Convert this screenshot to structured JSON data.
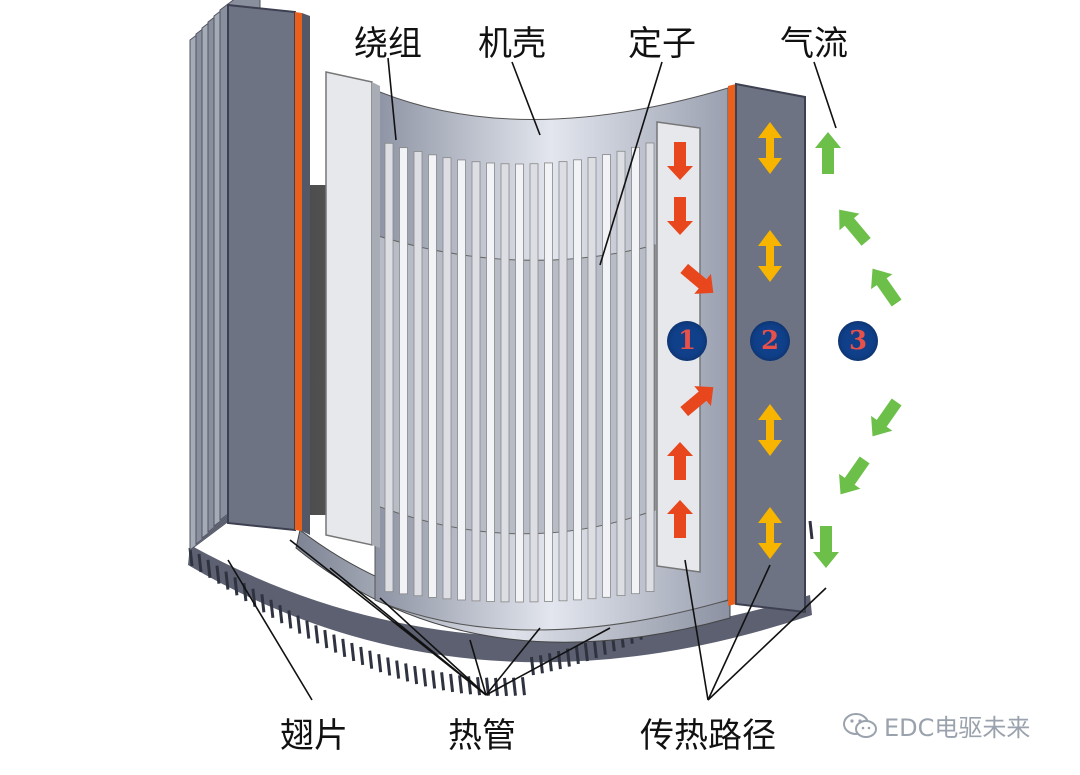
{
  "labels": {
    "winding": "绕组",
    "housing": "机壳",
    "stator": "定子",
    "airflow": "气流",
    "fins": "翅片",
    "heat_pipes": "热管",
    "heat_path": "传热路径"
  },
  "markers": [
    "1",
    "2",
    "3"
  ],
  "watermark": "EDC电驱未来",
  "colors": {
    "housing_fill": "#6e7384",
    "housing_edge": "#3c4050",
    "orange_strip": "#e8601c",
    "red_arrow": "#e8461c",
    "yellow_arrow": "#f7b500",
    "green_arrow": "#6cc04a",
    "marker_fill": "#10408a",
    "marker_text": "#e8504a"
  },
  "icons": [
    "wechat-icon"
  ]
}
